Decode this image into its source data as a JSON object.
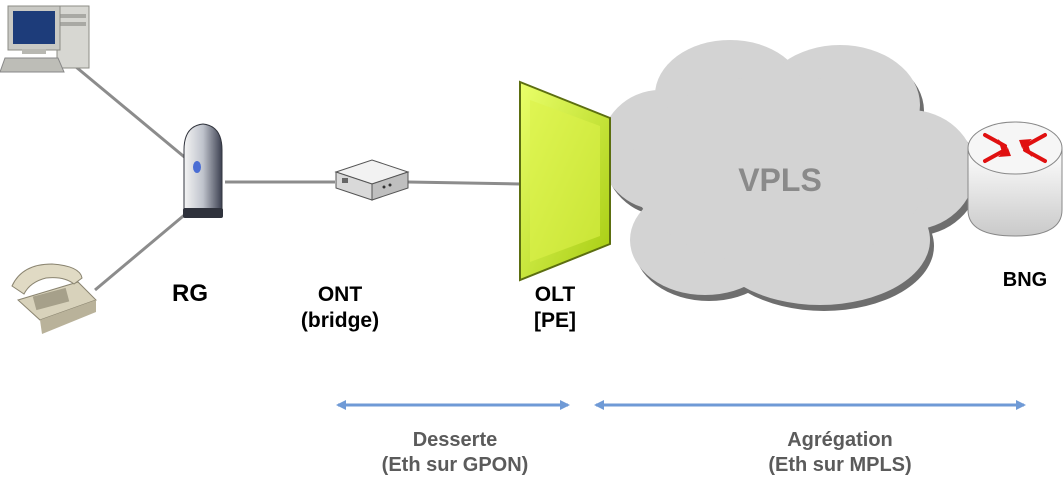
{
  "nodes": {
    "rg": "RG",
    "ont_line1": "ONT",
    "ont_line2": "(bridge)",
    "olt_line1": "OLT",
    "olt_line2": "[PE]",
    "vpls": "VPLS",
    "bng": "BNG"
  },
  "segments": {
    "desserte_line1": "Desserte",
    "desserte_line2": "(Eth sur GPON)",
    "agregation_line1": "Agrégation",
    "agregation_line2": "(Eth sur MPLS)"
  },
  "colors": {
    "link": "#8c8c8c",
    "arrow": "#6f9ad6",
    "olt_fill": "#c8f03a",
    "cloud": "#d3d3d3",
    "router_arrows": "#e01010"
  },
  "icons": [
    "computer-icon",
    "phone-icon",
    "residential-gateway-icon",
    "ont-device-icon",
    "olt-device-icon",
    "cloud-icon",
    "router-icon"
  ]
}
